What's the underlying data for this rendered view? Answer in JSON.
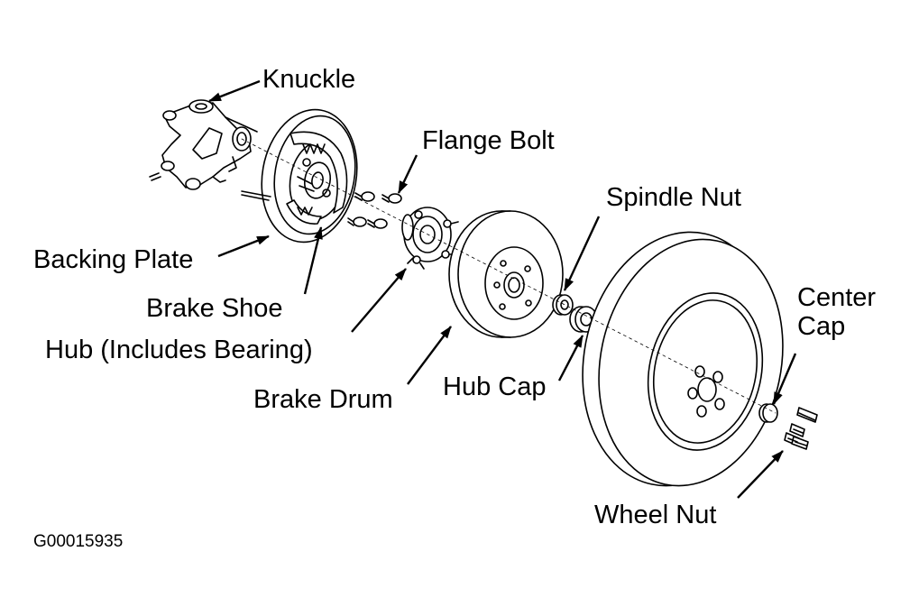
{
  "labels": {
    "knuckle": "Knuckle",
    "flange_bolt": "Flange Bolt",
    "spindle_nut": "Spindle Nut",
    "center_cap_1": "Center",
    "center_cap_2": "Cap",
    "backing_plate": "Backing Plate",
    "brake_shoe": "Brake Shoe",
    "hub": "Hub (Includes Bearing)",
    "brake_drum": "Brake Drum",
    "hub_cap": "Hub Cap",
    "wheel_nut": "Wheel Nut"
  },
  "figure_id": "G00015935",
  "colors": {
    "ink": "#000000",
    "paper": "#ffffff"
  }
}
